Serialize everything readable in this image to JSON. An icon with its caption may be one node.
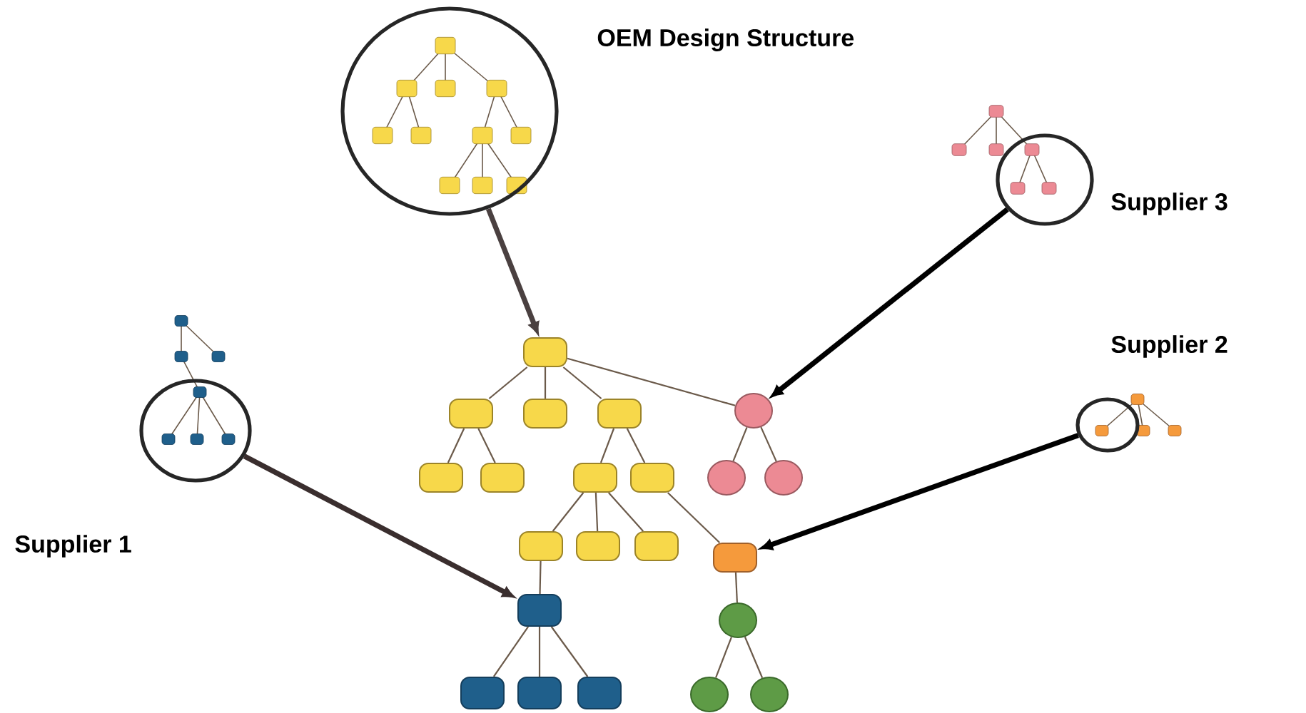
{
  "diagram": {
    "nodes": [
      {
        "text": [],
        "shape": "circle",
        "beside": [
          "OEM Design Structure"
        ]
      },
      {
        "text": [],
        "shape": "circle",
        "beside": [
          "Supplier 3"
        ]
      },
      {
        "text": [],
        "shape": "circle",
        "beside": [
          "Supplier 2"
        ]
      },
      {
        "text": [],
        "shape": "circle",
        "beside": [
          "Supplier 1"
        ]
      },
      {
        "text": [],
        "shape": "box"
      },
      {
        "text": [],
        "shape": "box"
      },
      {
        "text": [],
        "shape": "box"
      },
      {
        "text": [],
        "shape": "box"
      },
      {
        "text": [],
        "shape": "circle"
      },
      {
        "text": [],
        "shape": "box"
      },
      {
        "text": [],
        "shape": "box"
      },
      {
        "text": [],
        "shape": "box"
      },
      {
        "text": [],
        "shape": "box"
      },
      {
        "text": [],
        "shape": "circle"
      },
      {
        "text": [],
        "shape": "circle"
      },
      {
        "text": [],
        "shape": "box"
      },
      {
        "text": [],
        "shape": "box"
      },
      {
        "text": [],
        "shape": "box"
      },
      {
        "text": [],
        "shape": "box"
      },
      {
        "text": [],
        "shape": "box"
      },
      {
        "text": [],
        "shape": "circle"
      },
      {
        "text": [],
        "shape": "box"
      },
      {
        "text": [],
        "shape": "box"
      },
      {
        "text": [],
        "shape": "box"
      },
      {
        "text": [],
        "shape": "circle"
      },
      {
        "text": [],
        "shape": "circle"
      }
    ],
    "edges": [
      {
        "from": 4,
        "to": 5,
        "arrow": "none"
      },
      {
        "from": 4,
        "to": 6,
        "arrow": "none"
      },
      {
        "from": 4,
        "to": 7,
        "arrow": "none"
      },
      {
        "from": 4,
        "to": 8,
        "arrow": "none"
      },
      {
        "from": 5,
        "to": 9,
        "arrow": "none"
      },
      {
        "from": 5,
        "to": 10,
        "arrow": "none"
      },
      {
        "from": 7,
        "to": 11,
        "arrow": "none"
      },
      {
        "from": 7,
        "to": 12,
        "arrow": "none"
      },
      {
        "from": 8,
        "to": 13,
        "arrow": "none"
      },
      {
        "from": 8,
        "to": 14,
        "arrow": "none"
      },
      {
        "from": 11,
        "to": 15,
        "arrow": "none"
      },
      {
        "from": 11,
        "to": 16,
        "arrow": "none"
      },
      {
        "from": 11,
        "to": 17,
        "arrow": "none"
      },
      {
        "from": 12,
        "to": 18,
        "arrow": "none"
      },
      {
        "from": 15,
        "to": 19,
        "arrow": "none"
      },
      {
        "from": 19,
        "to": 21,
        "arrow": "none"
      },
      {
        "from": 19,
        "to": 22,
        "arrow": "none"
      },
      {
        "from": 19,
        "to": 23,
        "arrow": "none"
      },
      {
        "from": 18,
        "to": 20,
        "arrow": "none"
      },
      {
        "from": 20,
        "to": 24,
        "arrow": "none"
      },
      {
        "from": 20,
        "to": 25,
        "arrow": "none"
      },
      {
        "from": 0,
        "to": 4,
        "arrow": "to",
        "style": "thick",
        "color": "#4a4040"
      },
      {
        "from": 1,
        "to": 8,
        "arrow": "to",
        "style": "thick",
        "color": "#000000"
      },
      {
        "from": 2,
        "to": 18,
        "arrow": "to",
        "style": "thick",
        "color": "#000000"
      },
      {
        "from": 3,
        "to": 19,
        "arrow": "to",
        "style": "thick",
        "color": "#3a2e2e"
      }
    ]
  }
}
